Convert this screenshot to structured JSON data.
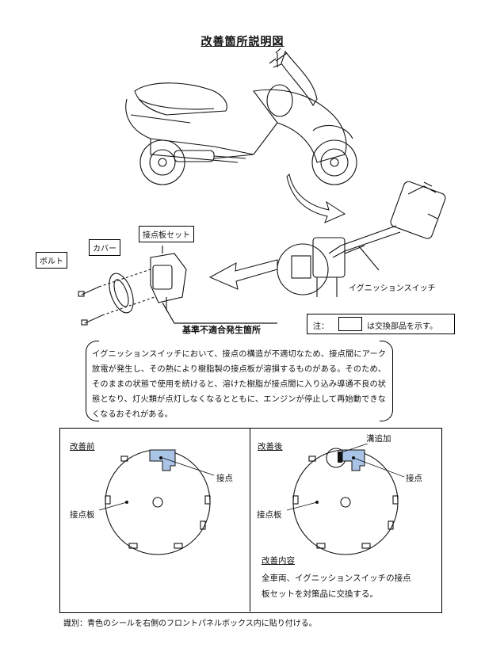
{
  "title": "改善箇所説明図",
  "labels": {
    "contact_plate_set": "接点板セット",
    "cover": "カバー",
    "bolt": "ボルト",
    "nonconformity": "基準不適合発生箇所",
    "ignition_switch": "イグニッションスイッチ"
  },
  "note": {
    "prefix": "注：",
    "suffix": "は交換部品を示す。"
  },
  "description": "イグニッションスイッチにおいて、接点の構造が不適切なため、接点間にアーク放電が発生し、その熱により樹脂製の接点板が溶損するものがある。そのため、そのままの状態で使用を続けると、溶けた樹脂が接点間に入り込み導通不良の状態となり、灯火類が点灯しなくなるとともに、エンジンが停止して再始動できなくなるおそれがある。",
  "before": {
    "heading": "改善前",
    "contact": "接点",
    "plate": "接点板"
  },
  "after": {
    "heading": "改善後",
    "groove": "溝追加",
    "contact": "接点",
    "plate": "接点板",
    "content_heading": "改善内容",
    "content_line1": "全車両、イグニッションスイッチの接点",
    "content_line2": "板セットを対策品に交換する。"
  },
  "footer": "識別：青色のシールを右側のフロントパネルボックス内に貼り付ける。",
  "colors": {
    "contact_fill": "#a9c4e6"
  }
}
